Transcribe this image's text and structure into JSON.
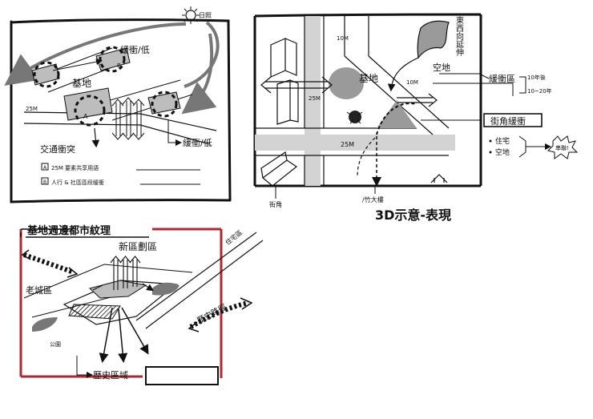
{
  "panel1": {
    "sun_label": "日照",
    "site_label": "基地",
    "traffic_label": "交通衝突",
    "low_density_top": "緩衝/低",
    "low_density_right": "緩衝/低",
    "road_width": "25M",
    "marker_a": "A",
    "marker_b": "B",
    "legend_a": "25M 要素共享用語",
    "legend_b": "人行 & 社區區段緩衝"
  },
  "panel2": {
    "title": "3D示意-表現",
    "site_label": "基地",
    "east_label": "東西向延伸",
    "open_space_label": "空地",
    "road_10m_top": "10M",
    "road_10m_right": "10M",
    "road_25m_vertical": "25M",
    "road_25m_horizontal": "25M",
    "bottom_left_label": "街角",
    "bottom_center_label": "/竹大樓",
    "stage_label": "緩衝區",
    "stage_years_a": "10年後",
    "stage_years_b": "10~20年",
    "neighborhood_label": "街角緩衝",
    "neighborhood_items": [
      "住宅",
      "空地"
    ],
    "result_label": "串聯!"
  },
  "panel3": {
    "title": "基地週邊都市紋理",
    "new_zone_label": "新區劃區",
    "old_city_label": "老城區",
    "history_path_label": "歷史路徑",
    "history_zone_label": "歷史區域",
    "diagonal_road_label": "住宅區",
    "small_label": "公園"
  },
  "colors": {
    "frame_red": "#b0282f",
    "ink": "#111111",
    "gray_fill": "#9a9a9a",
    "light_gray": "#d3d3d3"
  }
}
